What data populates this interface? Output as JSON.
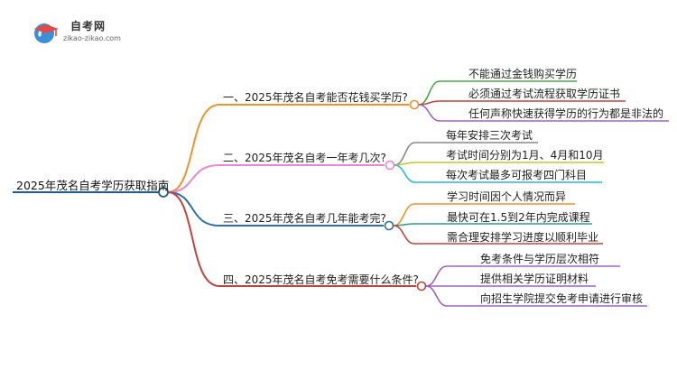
{
  "logo": {
    "title": "自考网",
    "url": "zikao-zikao.com"
  },
  "root": {
    "label": "2025年茂名自考学历获取指南"
  },
  "branches": [
    {
      "label": "一、2025年茂名自考能否花钱买学历?",
      "color": "#f0922c",
      "children": [
        {
          "label": "不能通过金钱购买学历",
          "color": "#4aa84a"
        },
        {
          "label": "必须通过考试流程获取学历证书",
          "color": "#c0433f"
        },
        {
          "label": "任何声称快速获得学历的行为都是非法的",
          "color": "#9a63c5"
        }
      ]
    },
    {
      "label": "二、2025年茂名自考一年考几次?",
      "color": "#e887d2",
      "children": [
        {
          "label": "每年安排三次考试",
          "color": "#8a8a8a"
        },
        {
          "label": "考试时间分别为1月、4月和10月",
          "color": "#c6c62a"
        },
        {
          "label": "每次考试最多可报考四门科目",
          "color": "#25bccf"
        }
      ]
    },
    {
      "label": "三、2025年茂名自考几年能考完?",
      "color": "#2f6fa5",
      "children": [
        {
          "label": "学习时间因个人情况而异",
          "color": "#f0922c"
        },
        {
          "label": "最快可在1.5到2年内完成课程",
          "color": "#2e9a8e"
        },
        {
          "label": "需合理安排学习进度以顺利毕业",
          "color": "#c0433f"
        }
      ]
    },
    {
      "label": "四、2025年茂名自考免考需要什么条件?",
      "color": "#c0433f",
      "children": [
        {
          "label": "免考条件与学历层次相符",
          "color": "#9a63c5"
        },
        {
          "label": "提供相关学历证明材料",
          "color": "#9a63c5"
        },
        {
          "label": "向招生学院提交免考申请进行审核",
          "color": "#9a63c5"
        }
      ]
    }
  ]
}
